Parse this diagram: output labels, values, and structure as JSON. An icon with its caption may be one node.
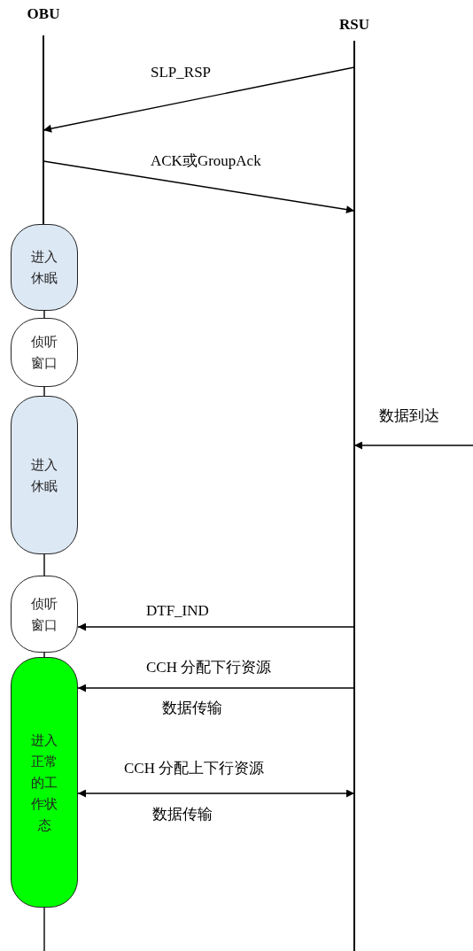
{
  "diagram": {
    "nodes": [
      {
        "text": [
          "OBU"
        ]
      },
      {
        "text": [
          "RSU"
        ]
      },
      {
        "text": [
          "进入休眠"
        ]
      },
      {
        "text": [
          "侦听窗口"
        ]
      },
      {
        "text": [
          "进入休眠"
        ]
      },
      {
        "text": [
          "侦听窗口"
        ]
      },
      {
        "text": [
          "进入正常的工作状态"
        ]
      }
    ],
    "edges": [
      {
        "from": 1,
        "to": 0,
        "arrow": "to",
        "label": "SLP_RSP"
      },
      {
        "from": 0,
        "to": 1,
        "arrow": "to",
        "label": "ACK或GroupAck"
      },
      {
        "from": null,
        "to": 1,
        "arrow": "to",
        "label": "数据到达"
      },
      {
        "from": 1,
        "to": 5,
        "arrow": "to",
        "label": "DTF_IND"
      },
      {
        "from": 1,
        "to": 6,
        "arrow": "to",
        "label": "CCH 分配下行资源"
      },
      {
        "from": 6,
        "to": 1,
        "arrow": "both",
        "label": "CCH 分配上下行资源"
      },
      {
        "from": 2,
        "to": 3,
        "arrow": "none"
      },
      {
        "from": 3,
        "to": 4,
        "arrow": "none"
      },
      {
        "from": 4,
        "to": 5,
        "arrow": "none"
      },
      {
        "from": 5,
        "to": 6,
        "arrow": "none"
      },
      {
        "from": 6,
        "to": null,
        "arrow": "none"
      }
    ],
    "labels": [
      "数据传输",
      "数据传输"
    ]
  }
}
